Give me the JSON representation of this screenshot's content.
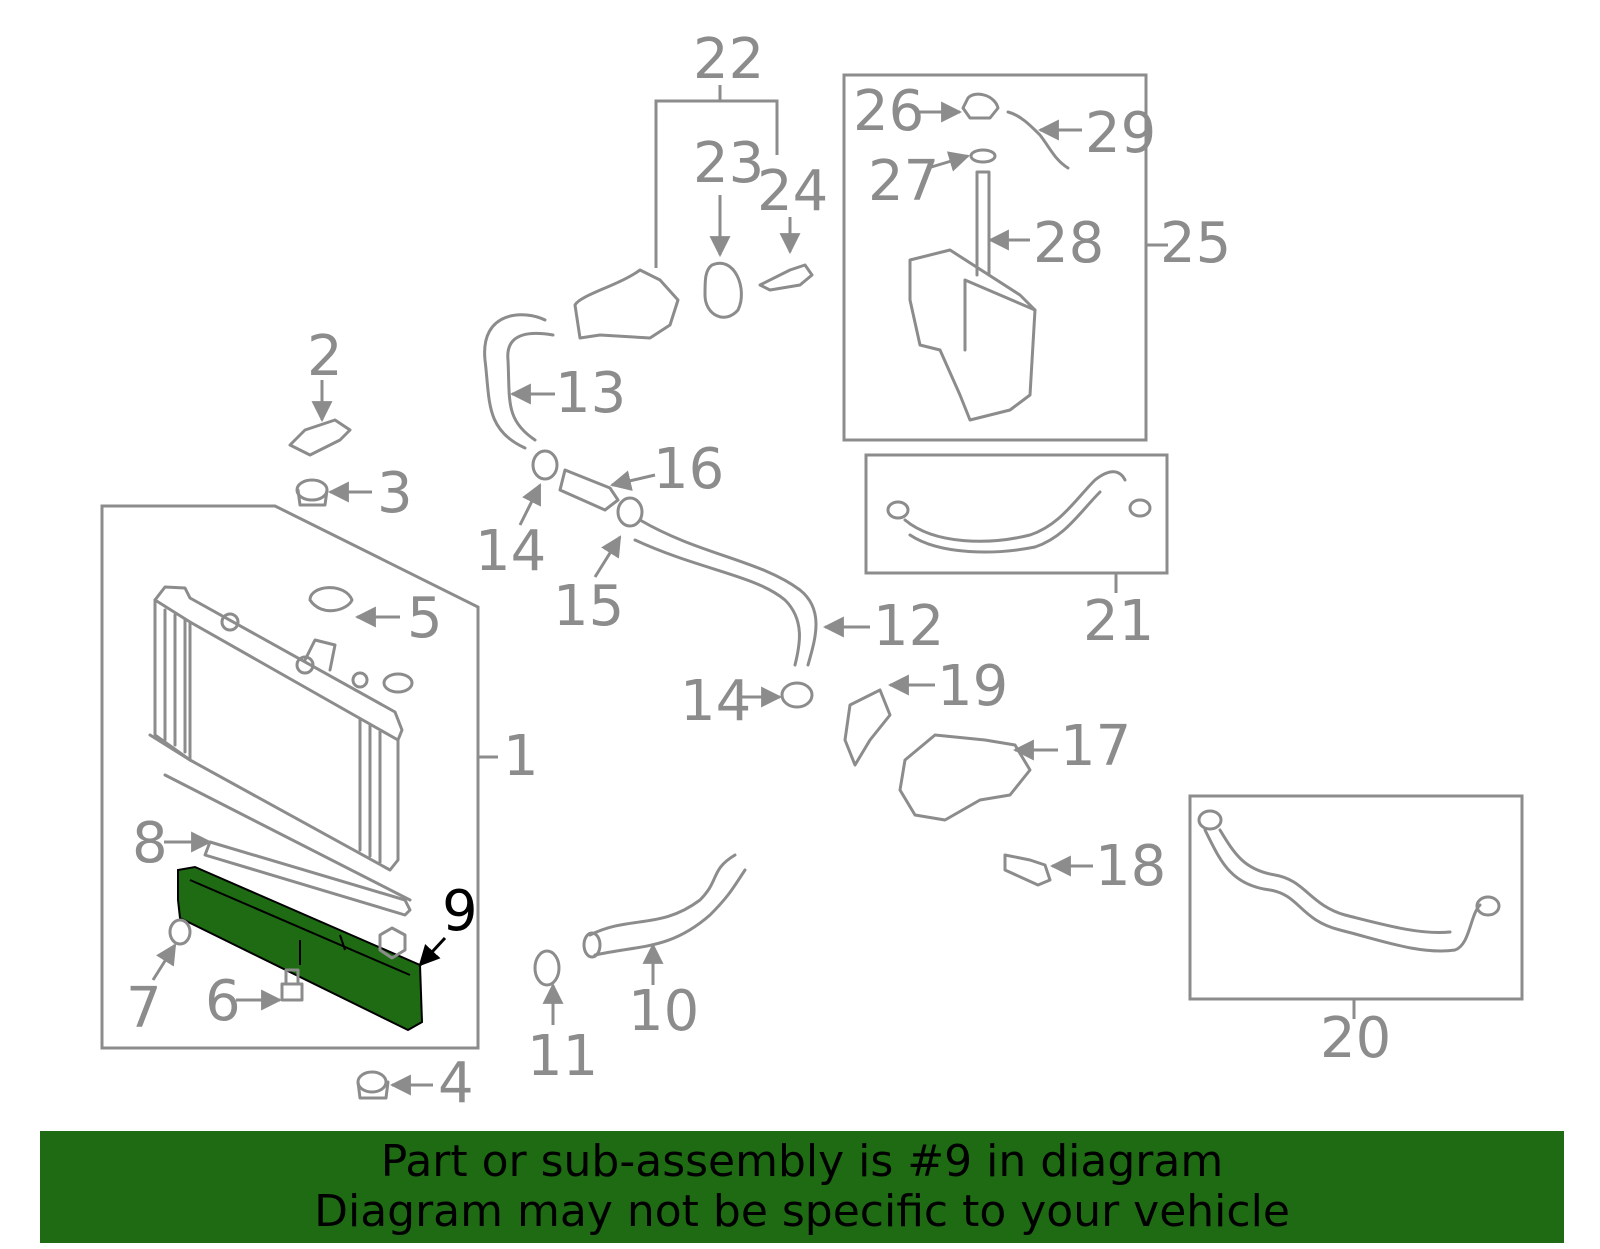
{
  "diagram": {
    "highlighted_part": "9",
    "callouts": [
      "1",
      "2",
      "3",
      "4",
      "5",
      "6",
      "7",
      "8",
      "9",
      "10",
      "11",
      "12",
      "13",
      "14",
      "14",
      "15",
      "16",
      "17",
      "18",
      "19",
      "20",
      "21",
      "22",
      "23",
      "24",
      "25",
      "26",
      "27",
      "28",
      "29"
    ],
    "colors": {
      "highlight": "#1e6b14",
      "line": "#8c8c8c",
      "banner": "#1e6b14"
    }
  },
  "banner": {
    "line1": "Part or sub-assembly is #9 in diagram",
    "line2": "Diagram may not be specific to your vehicle"
  }
}
